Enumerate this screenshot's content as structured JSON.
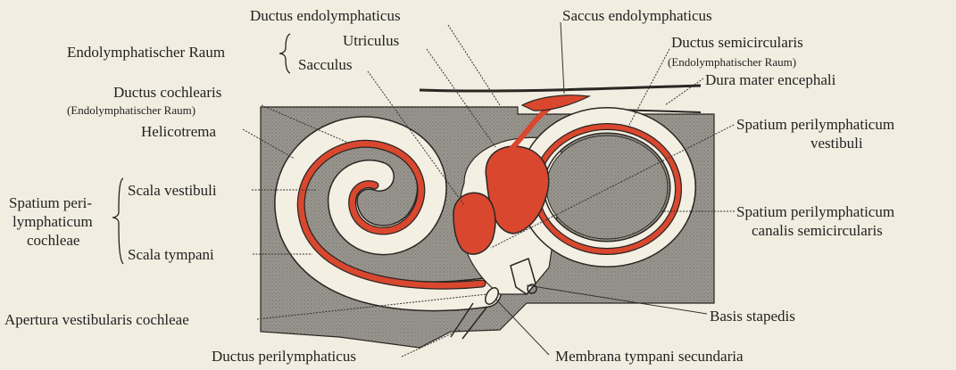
{
  "labels": {
    "ductus_endolymphaticus": "Ductus endolymphaticus",
    "saccus_endolymphaticus": "Saccus endolymphaticus",
    "endolymphatischer_raum": "Endolymphatischer Raum",
    "utriculus": "Utriculus",
    "sacculus": "Sacculus",
    "ductus_semicircularis": "Ductus semicircularis",
    "ductus_semicircularis_sub": "(Endolymphatischer Raum)",
    "dura_mater": "Dura mater encephali",
    "ductus_cochlearis": "Ductus cochlearis",
    "ductus_cochlearis_sub": "(Endolymphatischer Raum)",
    "helicotrema": "Helicotrema",
    "spatium_peri_vestibuli_1": "Spatium perilymphaticum",
    "spatium_peri_vestibuli_2": "vestibuli",
    "spatium_peri_cochleae_1": "Spatium peri-",
    "spatium_peri_cochleae_2": "lymphaticum",
    "spatium_peri_cochleae_3": "cochleae",
    "scala_vestibuli": "Scala vestibuli",
    "scala_tympani": "Scala tympani",
    "spatium_peri_canalis_1": "Spatium perilymphaticum",
    "spatium_peri_canalis_2": "canalis semicircularis",
    "apertura": "Apertura vestibularis cochleae",
    "basis_stapedis": "Basis stapedis",
    "ductus_perilymphaticus": "Ductus perilymphaticus",
    "membrana_tympani": "Membrana tympani secundaria"
  },
  "colors": {
    "background": "#f1ede0",
    "bone": "#8e8b85",
    "perilymph": "#f4efe3",
    "endolymph": "#d9472f",
    "outline": "#2a2622"
  }
}
